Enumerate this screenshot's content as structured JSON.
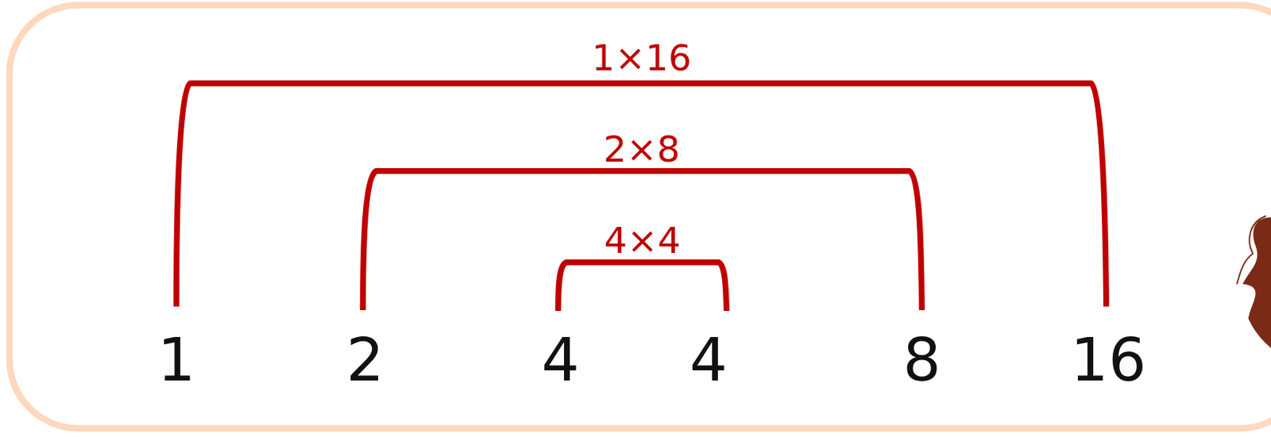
{
  "diagram": {
    "labels": [
      "1×16",
      "2×8",
      "4×4",
      "1",
      "2",
      "4",
      "4",
      "8",
      "16"
    ]
  }
}
